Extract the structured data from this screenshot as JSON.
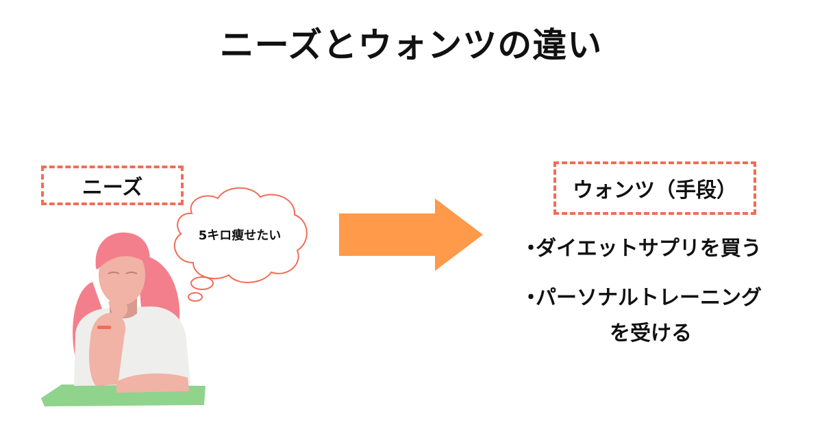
{
  "title": "ニーズとウォンツの違い",
  "needs": {
    "label": "ニーズ",
    "thought": "5キロ痩せたい"
  },
  "wants": {
    "label": "ウォンツ（手段）",
    "items": [
      {
        "bullet": "・",
        "text": "ダイエットサプリを買う",
        "text2": ""
      },
      {
        "bullet": "・",
        "text": "パーソナルトレーニング",
        "text2": "を受ける"
      }
    ]
  },
  "colors": {
    "accent_border": "#f26c55",
    "arrow": "#ff9a4a",
    "hair": "#f47f8c",
    "skin": "#f0b3a6",
    "shirt": "#eeeeec",
    "mat": "#8fd38c"
  }
}
